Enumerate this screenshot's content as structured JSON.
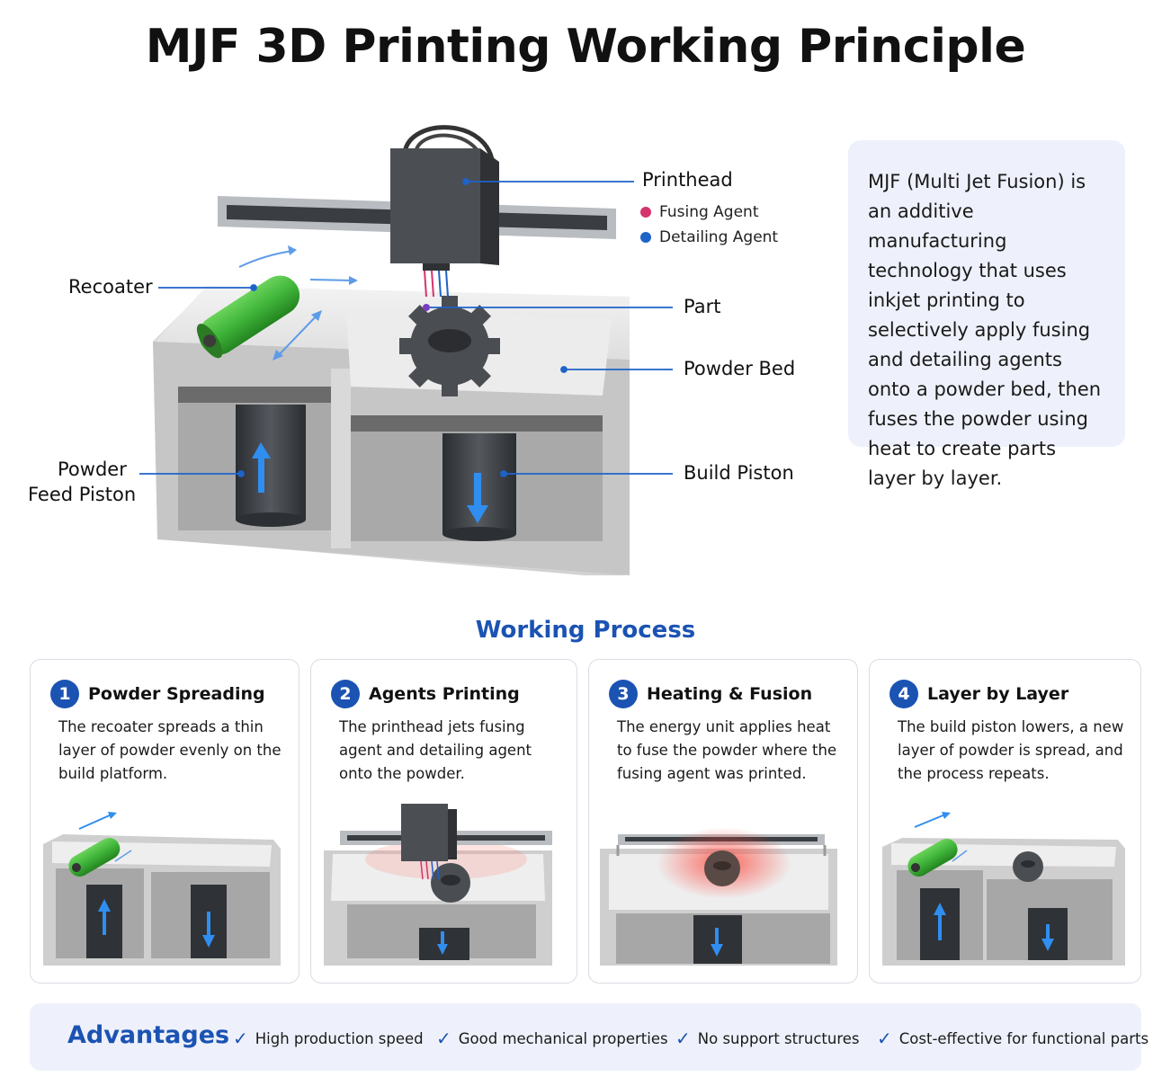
{
  "title": "MJF 3D Printing Working Principle",
  "callouts": {
    "printhead": "Printhead",
    "fusing_agent": "Fusing Agent",
    "detailing_agent": "Detailing Agent",
    "recoater": "Recoater",
    "part": "Part",
    "powder_bed": "Powder Bed",
    "powder_feed_piston_line1": "Powder",
    "powder_feed_piston_line2": "Feed Piston",
    "build_piston": "Build Piston"
  },
  "legend_colors": {
    "fusing_agent": "#d6336c",
    "detailing_agent": "#1e63c8"
  },
  "info_box": "MJF (Multi Jet Fusion) is an additive manufacturing technology that uses inkjet printing to selectively apply fusing and detailing agents onto a powder bed, then fuses the powder using heat to create parts layer by layer.",
  "process": {
    "heading": "Working Process",
    "steps": [
      {
        "number": "1",
        "title": "Powder Spreading",
        "description": "The recoater spreads a thin layer of powder evenly on the build platform."
      },
      {
        "number": "2",
        "title": "Agents Printing",
        "description": "The printhead jets fusing agent and detailing agent onto the powder."
      },
      {
        "number": "3",
        "title": "Heating & Fusion",
        "description": "The energy unit applies heat to fuse the powder where the fusing agent was printed."
      },
      {
        "number": "4",
        "title": "Layer by Layer",
        "description": "The build piston lowers, a new layer of powder is spread, and the process repeats."
      }
    ]
  },
  "advantages": {
    "title": "Advantages",
    "items": [
      "High production speed",
      "Good mechanical properties",
      "No support structures",
      "Cost-effective for functional parts"
    ]
  },
  "colors": {
    "accent": "#1b53b3",
    "recoater_green": "#3fb43a",
    "arrow_blue": "#2f8ef0",
    "heat_red": "#ff3b2f"
  }
}
